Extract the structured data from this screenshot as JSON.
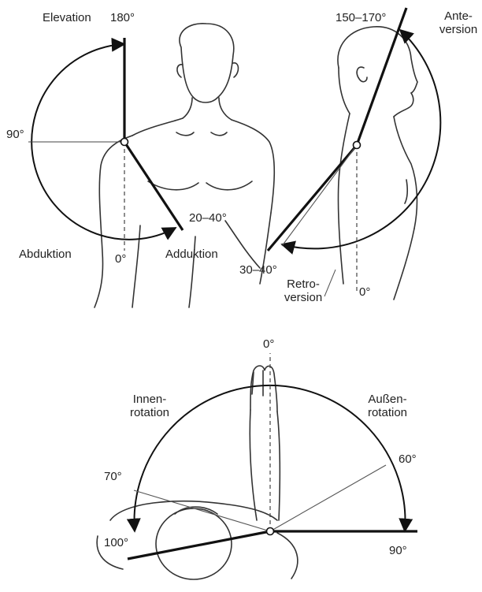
{
  "diagram1": {
    "elevation_label": "Elevation",
    "elevation_angle": "180°",
    "horizontal_angle": "90°",
    "adduction_angle": "20–40°",
    "abduction_label": "Abduktion",
    "neutral_angle": "0°",
    "adduction_label": "Adduktion"
  },
  "diagram2": {
    "anteversion_angle": "150–170°",
    "anteversion_label_1": "Ante-",
    "anteversion_label_2": "version",
    "retroversion_angle": "30–40°",
    "retroversion_label_1": "Retro-",
    "retroversion_label_2": "version",
    "neutral_angle": "0°"
  },
  "diagram3": {
    "neutral_angle": "0°",
    "internal_label_1": "Innen-",
    "internal_label_2": "rotation",
    "external_label_1": "Außen-",
    "external_label_2": "rotation",
    "external_angle": "60°",
    "internal_angle_a": "70°",
    "internal_angle_b": "100°",
    "external_max_angle": "90°"
  },
  "colors": {
    "line": "#111111",
    "guide": "#555555",
    "text": "#222222"
  }
}
